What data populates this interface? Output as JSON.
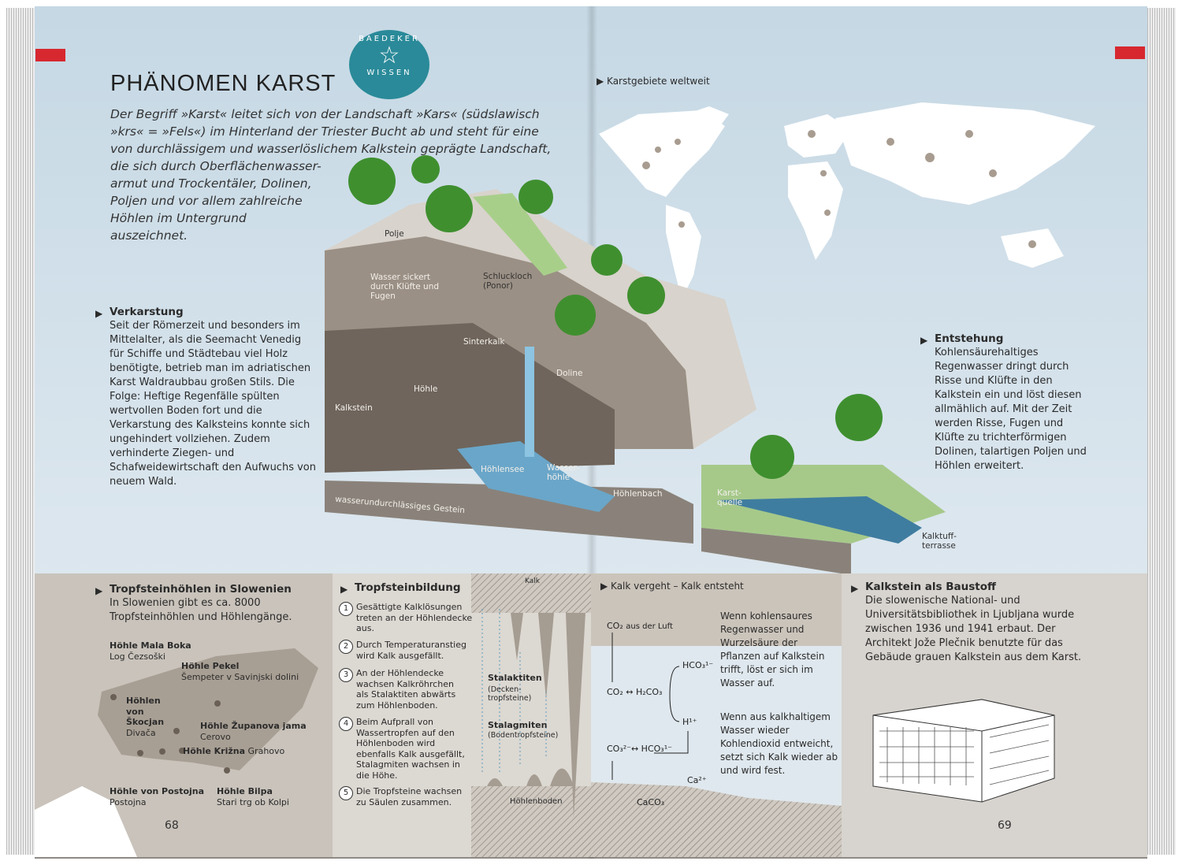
{
  "title": "PHÄNOMEN KARST",
  "badge": {
    "top": "BAEDEKER",
    "bottom": "WISSEN"
  },
  "intro": [
    "Der Begriff »Karst« leitet sich von der Landschaft »Kars« (südslawisch",
    "»krs« = »Fels«) im Hinterland der Triester Bucht ab und steht für eine",
    "von durchlässigem und wasserlöslichem Kalkstein geprägte Landschaft,",
    "die sich durch Oberflächenwasser-",
    "armut und Trockentäler, Dolinen,",
    "Poljen und vor allem zahlreiche",
    "Höhlen im Untergrund",
    "auszeichnet."
  ],
  "verkarstung": {
    "heading": "Verkarstung",
    "text": "Seit der Römerzeit und besonders im Mittelalter, als die Seemacht Venedig für Schiffe und Städtebau viel Holz benötigte, betrieb man im adriatischen Karst Waldraubbau großen Stils. Die Folge: Heftige Regenfälle spülten wertvollen Boden fort und die Verkarstung des Kalksteins konnte sich ungehindert vollziehen. Zudem verhinderte Ziegen- und Schafweidewirtschaft den Aufwuchs von neuem Wald."
  },
  "entstehung": {
    "heading": "Entstehung",
    "text": "Kohlensäurehaltiges Regenwasser dringt durch Risse und Klüfte in den Kalkstein ein und löst diesen allmählich auf. Mit der Zeit werden Risse, Fugen und Klüfte zu trichterförmigen Dolinen, talartigen Poljen und Höhlen erweitert."
  },
  "map_title": "Karstgebiete weltweit",
  "labels": {
    "polje": "Polje",
    "wasser": "Wasser sickert durch Klüfte und Fugen",
    "schluckloch": "Schluckloch (Ponor)",
    "sinterkalk": "Sinterkalk",
    "doline": "Doline",
    "hoehle": "Höhle",
    "kalkstein": "Kalkstein",
    "hoehlensee": "Höhlensee",
    "wasserhoehle": "Wasser-höhle",
    "hoehlenbach": "Höhlenbach",
    "gestein": "wasserundurchlässiges Gestein",
    "karstquelle": "Karst-quelle",
    "kalktuff": "Kalktuff-terrasse"
  },
  "slovenia": {
    "heading": "Tropfsteinhöhlen in Slowenien",
    "text": "In Slowenien gibt es ca. 8000 Tropfsteinhöhlen und Höhlengänge.",
    "caves": [
      {
        "name": "Höhle Mala Boka",
        "place": "Log Čezsoški"
      },
      {
        "name": "Höhle Pekel",
        "place": "Šempeter v Savinjski dolini"
      },
      {
        "name": "Höhlen von Škocjan",
        "place": "Divača"
      },
      {
        "name": "Höhle Županova jama",
        "place": "Cerovo"
      },
      {
        "name": "Höhle Križna",
        "place": "Grahovo"
      },
      {
        "name": "Höhle von Postojna",
        "place": "Postojna"
      },
      {
        "name": "Höhle Bilpa",
        "place": "Stari trg ob Kolpi"
      }
    ]
  },
  "tropfstein": {
    "heading": "Tropfsteinbildung",
    "steps": [
      {
        "n": "1",
        "t": "Gesättigte Kalklösungen treten an der Höhlendecke aus."
      },
      {
        "n": "2",
        "t": "Durch Temperaturanstieg wird Kalk ausgefällt."
      },
      {
        "n": "3",
        "t": "An der Höhlendecke wachsen Kalkröhrchen als Stalaktiten abwärts zum Höhlenboden."
      },
      {
        "n": "4",
        "t": "Beim Aufprall von Wassertropfen auf den Höhlenboden wird ebenfalls Kalk ausgefällt, Stalagmiten wachsen in die Höhe."
      },
      {
        "n": "5",
        "t": "Die Tropfsteine wachsen zu Säulen zusammen."
      }
    ],
    "kalk": "Kalk",
    "stalaktiten": "Stalaktiten",
    "stalaktiten_sub": "(Decken-tropfsteine)",
    "stalagmiten": "Stalagmiten",
    "stalagmiten_sub": "(Bodentropfsteine)",
    "boden": "Höhlenboden"
  },
  "kalk": {
    "heading": "Kalk vergeht – Kalk entsteht",
    "co2luft": "CO₂",
    "ausluft": "aus der Luft",
    "eq1": "CO₂ ↔ H₂CO₃",
    "hco3": "HCO₃¹⁻",
    "h": "H¹⁺",
    "eq2": "CO₃²⁻↔ HCO₃¹⁻",
    "ca": "Ca²⁺",
    "caco3": "CaCO₃",
    "text1": "Wenn kohlensaures Regenwasser und Wurzelsäure der Pflanzen auf Kalkstein trifft, löst er sich im Wasser auf.",
    "text2": "Wenn aus kalkhaltigem Wasser wieder Kohlendioxid entweicht, setzt sich Kalk wieder ab und wird fest."
  },
  "baustoff": {
    "heading": "Kalkstein als Baustoff",
    "text": "Die slowenische National- und Universitätsbibliothek in Ljubljana wurde zwischen 1936 und 1941 erbaut. Der Architekt Jože Plečnik benutzte für das Gebäude grauen Kalkstein aus dem Karst."
  },
  "pages": {
    "left": "68",
    "right": "69"
  },
  "colors": {
    "accent": "#d7282f",
    "badge": "#2a8a99",
    "rock": "#9b9085",
    "water": "#5a9cbf"
  }
}
